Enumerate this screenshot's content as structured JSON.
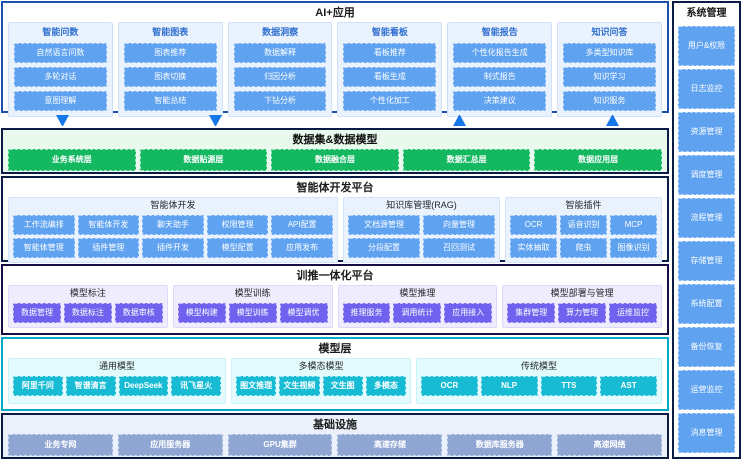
{
  "layers": {
    "app": {
      "title": "AI+应用",
      "cards": [
        {
          "title": "智能问数",
          "items": [
            "自然语言问数",
            "多轮对话",
            "意图理解"
          ]
        },
        {
          "title": "智能图表",
          "items": [
            "图表推荐",
            "图表切换",
            "智能总结"
          ]
        },
        {
          "title": "数据洞察",
          "items": [
            "数据解释",
            "归因分析",
            "下钻分析"
          ]
        },
        {
          "title": "智能看板",
          "items": [
            "看板推荐",
            "看板生成",
            "个性化加工"
          ]
        },
        {
          "title": "智能报告",
          "items": [
            "个性化报告生成",
            "制式报告",
            "决策建议"
          ]
        },
        {
          "title": "知识问答",
          "items": [
            "多类型知识库",
            "知识学习",
            "知识服务"
          ]
        }
      ]
    },
    "data": {
      "title": "数据集&数据模型",
      "items": [
        "业务系统层",
        "数据贴源层",
        "数据融合层",
        "数据汇总层",
        "数据应用层"
      ]
    },
    "agent": {
      "title": "智能体开发平台",
      "groups": [
        {
          "title": "智能体开发",
          "items": [
            "工作流编排",
            "智能体开发",
            "聊天助手",
            "权限管理",
            "API配置",
            "智能体管理",
            "插件管理",
            "插件开发",
            "模型配置",
            "应用发布"
          ]
        },
        {
          "title": "知识库管理(RAG)",
          "items": [
            "文档源管理",
            "向量管理",
            "分段配置",
            "召回测试"
          ]
        },
        {
          "title": "智能插件",
          "items": [
            "OCR",
            "语音识别",
            "MCP",
            "实体抽取",
            "爬虫",
            "图像识别"
          ]
        }
      ]
    },
    "train": {
      "title": "训推一体化平台",
      "groups": [
        {
          "title": "模型标注",
          "items": [
            "数据管理",
            "数据标注",
            "数据审核"
          ]
        },
        {
          "title": "模型训练",
          "items": [
            "模型构建",
            "模型训练",
            "模型调优"
          ]
        },
        {
          "title": "模型推理",
          "items": [
            "推理服务",
            "调用统计",
            "应用接入"
          ]
        },
        {
          "title": "模型部署与管理",
          "items": [
            "集群管理",
            "算力管理",
            "运维监控"
          ]
        }
      ]
    },
    "model": {
      "title": "模型层",
      "groups": [
        {
          "title": "通用模型",
          "items": [
            "阿里千问",
            "智谱清言",
            "DeepSeek",
            "讯飞星火"
          ]
        },
        {
          "title": "多模态模型",
          "items": [
            "图文推理",
            "文生视频",
            "文生图",
            "多模态"
          ]
        },
        {
          "title": "传统模型",
          "items": [
            "OCR",
            "NLP",
            "TTS",
            "AST"
          ]
        }
      ]
    },
    "infra": {
      "title": "基础设施",
      "items": [
        "业务专网",
        "应用服务器",
        "GPU集群",
        "高速存储",
        "数据库服务器",
        "高速网络"
      ]
    }
  },
  "sidebar": {
    "title": "系统管理",
    "items": [
      "用户&权限",
      "日志监控",
      "资源管理",
      "调度管理",
      "流程管理",
      "存储管理",
      "系统配置",
      "备份恢复",
      "运营监控",
      "消息管理"
    ]
  },
  "arrows": {
    "down": [
      "下箭头",
      "下箭头"
    ],
    "up": [
      "上箭头",
      "上箭头"
    ]
  },
  "colors": {
    "app_chip": "#5fa2f0",
    "data_chip": "#14b861",
    "train_chip": "#7161ef",
    "model_chip": "#17bcd4",
    "infra_chip": "#8fa6d3",
    "arrow": "#1677e8"
  }
}
